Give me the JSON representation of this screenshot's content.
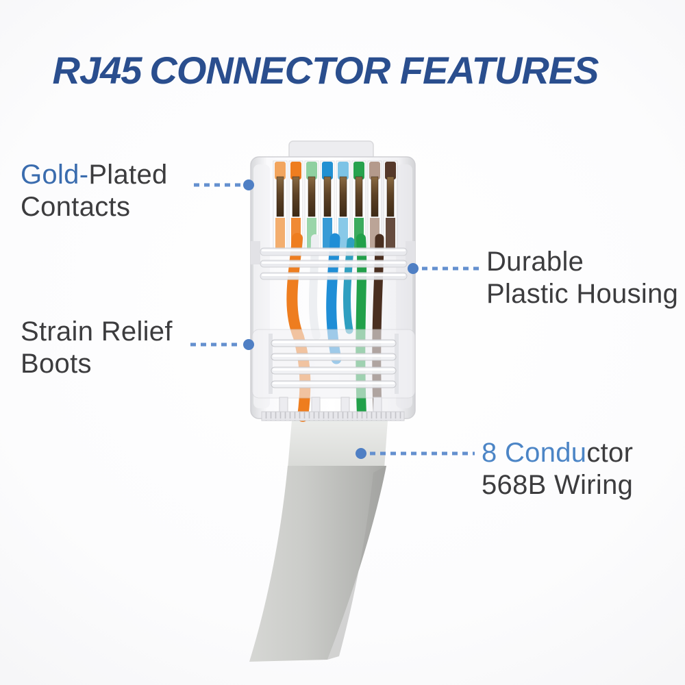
{
  "title": {
    "brand": "RJ45",
    "rest": "CONNECTOR FEATURES"
  },
  "callouts": {
    "gold_plated": {
      "accent": "Gold-",
      "rest": "Plated",
      "line2": "Contacts"
    },
    "housing": {
      "line1": "Durable",
      "line2": "Plastic Housing"
    },
    "strain": {
      "line1": "Strain Relief",
      "line2": "Boots"
    },
    "conductor": {
      "accent": "8 Condu",
      "rest": "ctor",
      "line2": "568B Wiring"
    }
  },
  "connector": {
    "label": "rj45-connector-photo",
    "wiring_standard": "568B",
    "conductor_count": 8,
    "wire_colors": [
      "#f2a55e",
      "#ee7d1f",
      "#8fd0a0",
      "#2190d2",
      "#7cc3e6",
      "#27a24d",
      "#b49a8c",
      "#55382a"
    ]
  },
  "colors": {
    "title_blue": "#2a4e8e",
    "accent_blue": "#3a6cae",
    "accent_blue_light": "#4c85c6",
    "label_dark": "#3c3c3e",
    "leader_line": "#6490cf",
    "leader_dot": "#4f7fc4",
    "cable_gray": "#c6c7c4",
    "background": "#fdfdfe"
  }
}
